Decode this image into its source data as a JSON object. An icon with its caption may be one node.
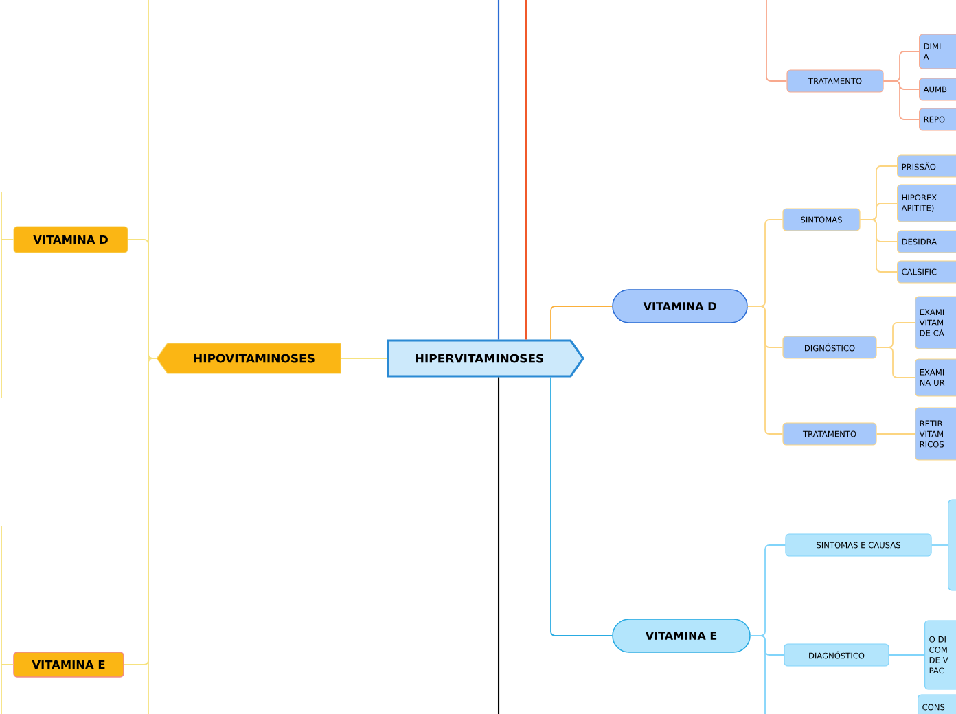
{
  "diagram": {
    "nodes": [
      {
        "text": [
          "HIPERVITAMINOSES"
        ]
      },
      {
        "text": [
          "HIPOVITAMINOSES"
        ]
      },
      {
        "text": [
          "VITAMINA D"
        ]
      },
      {
        "text": [
          "VITAMINA E"
        ]
      },
      {
        "text": [
          "VITAMINA D"
        ]
      },
      {
        "text": [
          "VITAMINA E"
        ]
      },
      {
        "text": [
          "TRATAMENTO"
        ]
      },
      {
        "text": [
          "DIMI A"
        ]
      },
      {
        "text": [
          "AUMB"
        ]
      },
      {
        "text": [
          "REPO"
        ]
      },
      {
        "text": [
          "SINTOMAS"
        ]
      },
      {
        "text": [
          "PRISSÃO"
        ]
      },
      {
        "text": [
          "HIPOREX APITITE)"
        ]
      },
      {
        "text": [
          "DESIDRA"
        ]
      },
      {
        "text": [
          "CALSIFIC"
        ]
      },
      {
        "text": [
          "DIGNÓSTICO"
        ]
      },
      {
        "text": [
          "EXAMI VITAM DE CÁ"
        ]
      },
      {
        "text": [
          "EXAMI NA UR"
        ]
      },
      {
        "text": [
          "TRATAMENTO"
        ]
      },
      {
        "text": [
          "RETIR VITAM RICOS"
        ]
      },
      {
        "text": [
          "SINTOMAS E CAUSAS"
        ]
      },
      {
        "text": [],
        "shape": "box"
      },
      {
        "text": [
          "DIAGNÓSTICO"
        ]
      },
      {
        "text": [
          "O DI COM DE V PAC"
        ]
      },
      {
        "text": [
          "CONS"
        ]
      }
    ],
    "edges": [
      {
        "from": 0,
        "to": 1,
        "arrow": "none",
        "color": "#f6e27f"
      },
      {
        "from": 0,
        "to": 4,
        "arrow": "none",
        "color": "#fbb03b"
      },
      {
        "from": 0,
        "to": 5,
        "arrow": "none",
        "color": "#29abe2"
      },
      {
        "from": 0,
        "to": null,
        "arrow": "none",
        "color": "#f15a2b"
      },
      {
        "from": 0,
        "to": null,
        "arrow": "none",
        "color": "#2b6cd4"
      },
      {
        "from": 0,
        "to": null,
        "arrow": "none",
        "color": "#000000"
      },
      {
        "from": 1,
        "to": 2,
        "arrow": "none",
        "color": "#f6e27f"
      },
      {
        "from": 1,
        "to": 3,
        "arrow": "none",
        "color": "#f6e27f"
      },
      {
        "from": 1,
        "to": null,
        "arrow": "none",
        "color": "#f6e27f"
      },
      {
        "from": 2,
        "to": null,
        "arrow": "none",
        "color": "#f6e27f"
      },
      {
        "from": 3,
        "to": null,
        "arrow": "none",
        "color": "#f6e27f"
      },
      {
        "from": null,
        "to": 6,
        "arrow": "none",
        "color": "#f8a98e"
      },
      {
        "from": 6,
        "to": 7,
        "arrow": "none",
        "color": "#f8a98e"
      },
      {
        "from": 6,
        "to": 8,
        "arrow": "none",
        "color": "#f8a98e"
      },
      {
        "from": 6,
        "to": 9,
        "arrow": "none",
        "color": "#f8a98e"
      },
      {
        "from": 4,
        "to": 10,
        "arrow": "none"
      },
      {
        "from": 4,
        "to": 15,
        "arrow": "none"
      },
      {
        "from": 4,
        "to": 18,
        "arrow": "none"
      },
      {
        "from": 10,
        "to": 11,
        "arrow": "none"
      },
      {
        "from": 10,
        "to": 12,
        "arrow": "none"
      },
      {
        "from": 10,
        "to": 13,
        "arrow": "none"
      },
      {
        "from": 10,
        "to": 14,
        "arrow": "none"
      },
      {
        "from": 15,
        "to": 16,
        "arrow": "none"
      },
      {
        "from": 15,
        "to": 17,
        "arrow": "none"
      },
      {
        "from": 18,
        "to": 19,
        "arrow": "none"
      },
      {
        "from": 5,
        "to": 20,
        "arrow": "none",
        "color": "#81d4fa"
      },
      {
        "from": 5,
        "to": 22,
        "arrow": "none",
        "color": "#81d4fa"
      },
      {
        "from": 5,
        "to": null,
        "arrow": "none",
        "color": "#81d4fa"
      },
      {
        "from": 20,
        "to": 21,
        "arrow": "none",
        "color": "#81d4fa"
      },
      {
        "from": 22,
        "to": 23,
        "arrow": "none",
        "color": "#81d4fa"
      }
    ]
  }
}
